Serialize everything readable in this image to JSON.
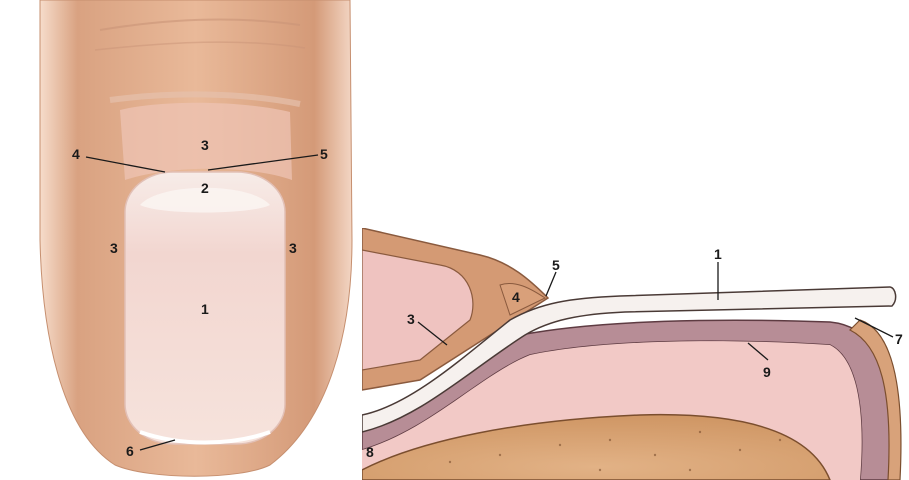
{
  "figure": {
    "left_panel": {
      "labels": {
        "nail_plate": "1",
        "lunula": "2",
        "nail_fold_top": "3",
        "nail_fold_left": "3",
        "nail_fold_right": "3",
        "eponychium": "4",
        "cuticle": "5",
        "free_edge": "6"
      }
    },
    "right_panel": {
      "labels": {
        "nail_plate": "1",
        "proximal_fold": "3",
        "eponychium": "4",
        "cuticle": "5",
        "hyponychium": "7",
        "matrix": "8",
        "nail_bed": "9"
      }
    }
  },
  "colors": {
    "skin": "#e3b290",
    "skin_shadow": "#c98e6a",
    "nail": "#f4e4dc",
    "nail_pink": "#f0cfc8",
    "tissue_pink": "#f1c9c6",
    "bed_purple": "#b98f98",
    "bone_tan": "#dba877"
  }
}
